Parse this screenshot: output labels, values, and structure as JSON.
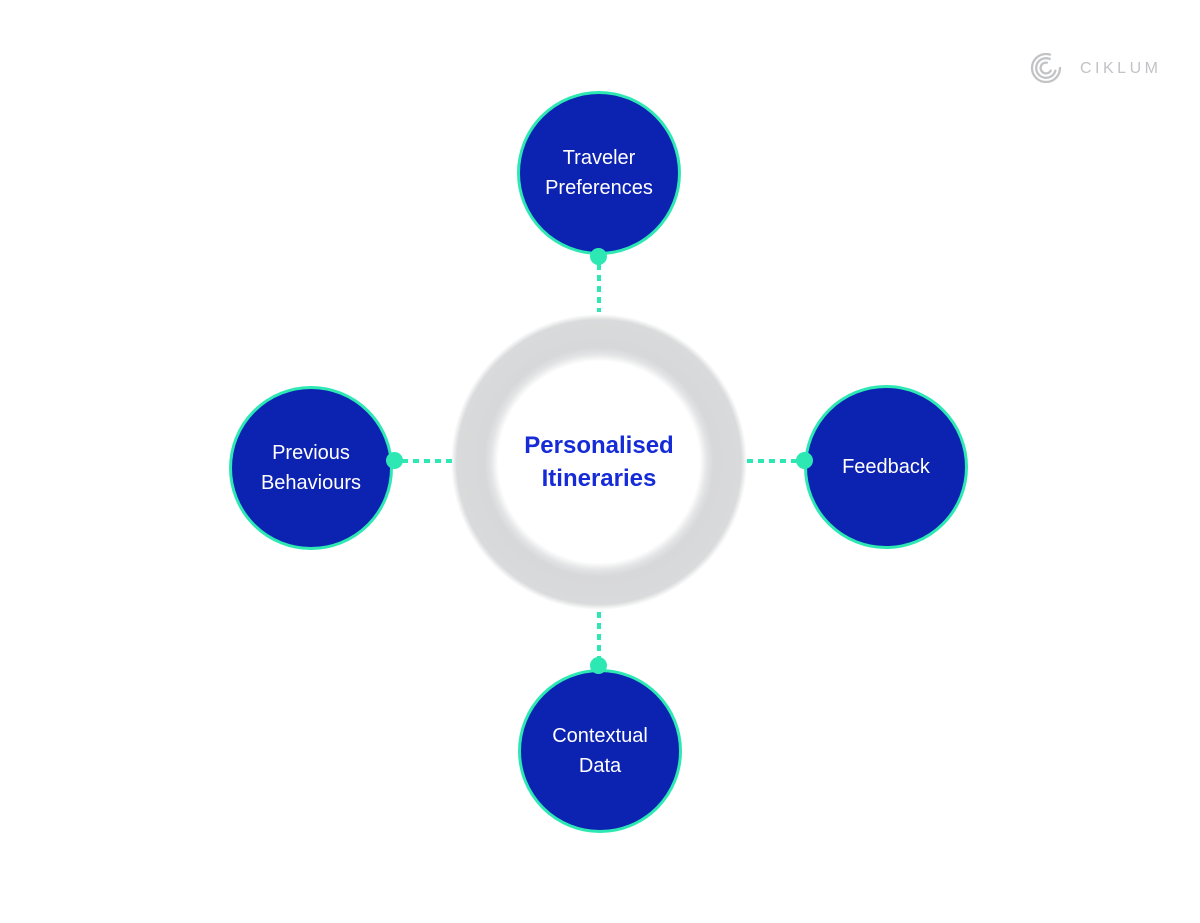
{
  "logo": {
    "text": "CIKLUM"
  },
  "center": {
    "line1": "Personalised",
    "line2": "Itineraries"
  },
  "nodes": [
    {
      "id": "traveler-preferences",
      "position": "top",
      "line1": "Traveler",
      "line2": "Preferences"
    },
    {
      "id": "previous-behaviours",
      "position": "left",
      "line1": "Previous",
      "line2": "Behaviours"
    },
    {
      "id": "feedback",
      "position": "right",
      "line1": "Feedback"
    },
    {
      "id": "contextual-data",
      "position": "bottom",
      "line1": "Contextual",
      "line2": "Data"
    }
  ],
  "colors": {
    "node_fill": "#0c22b0",
    "accent_green": "#2ee8b4",
    "center_text_blue": "#152bd8",
    "ring_gray": "#d9dadb",
    "logo_gray": "#c2c3c5",
    "node_text": "#ffffff",
    "background": "#ffffff"
  }
}
